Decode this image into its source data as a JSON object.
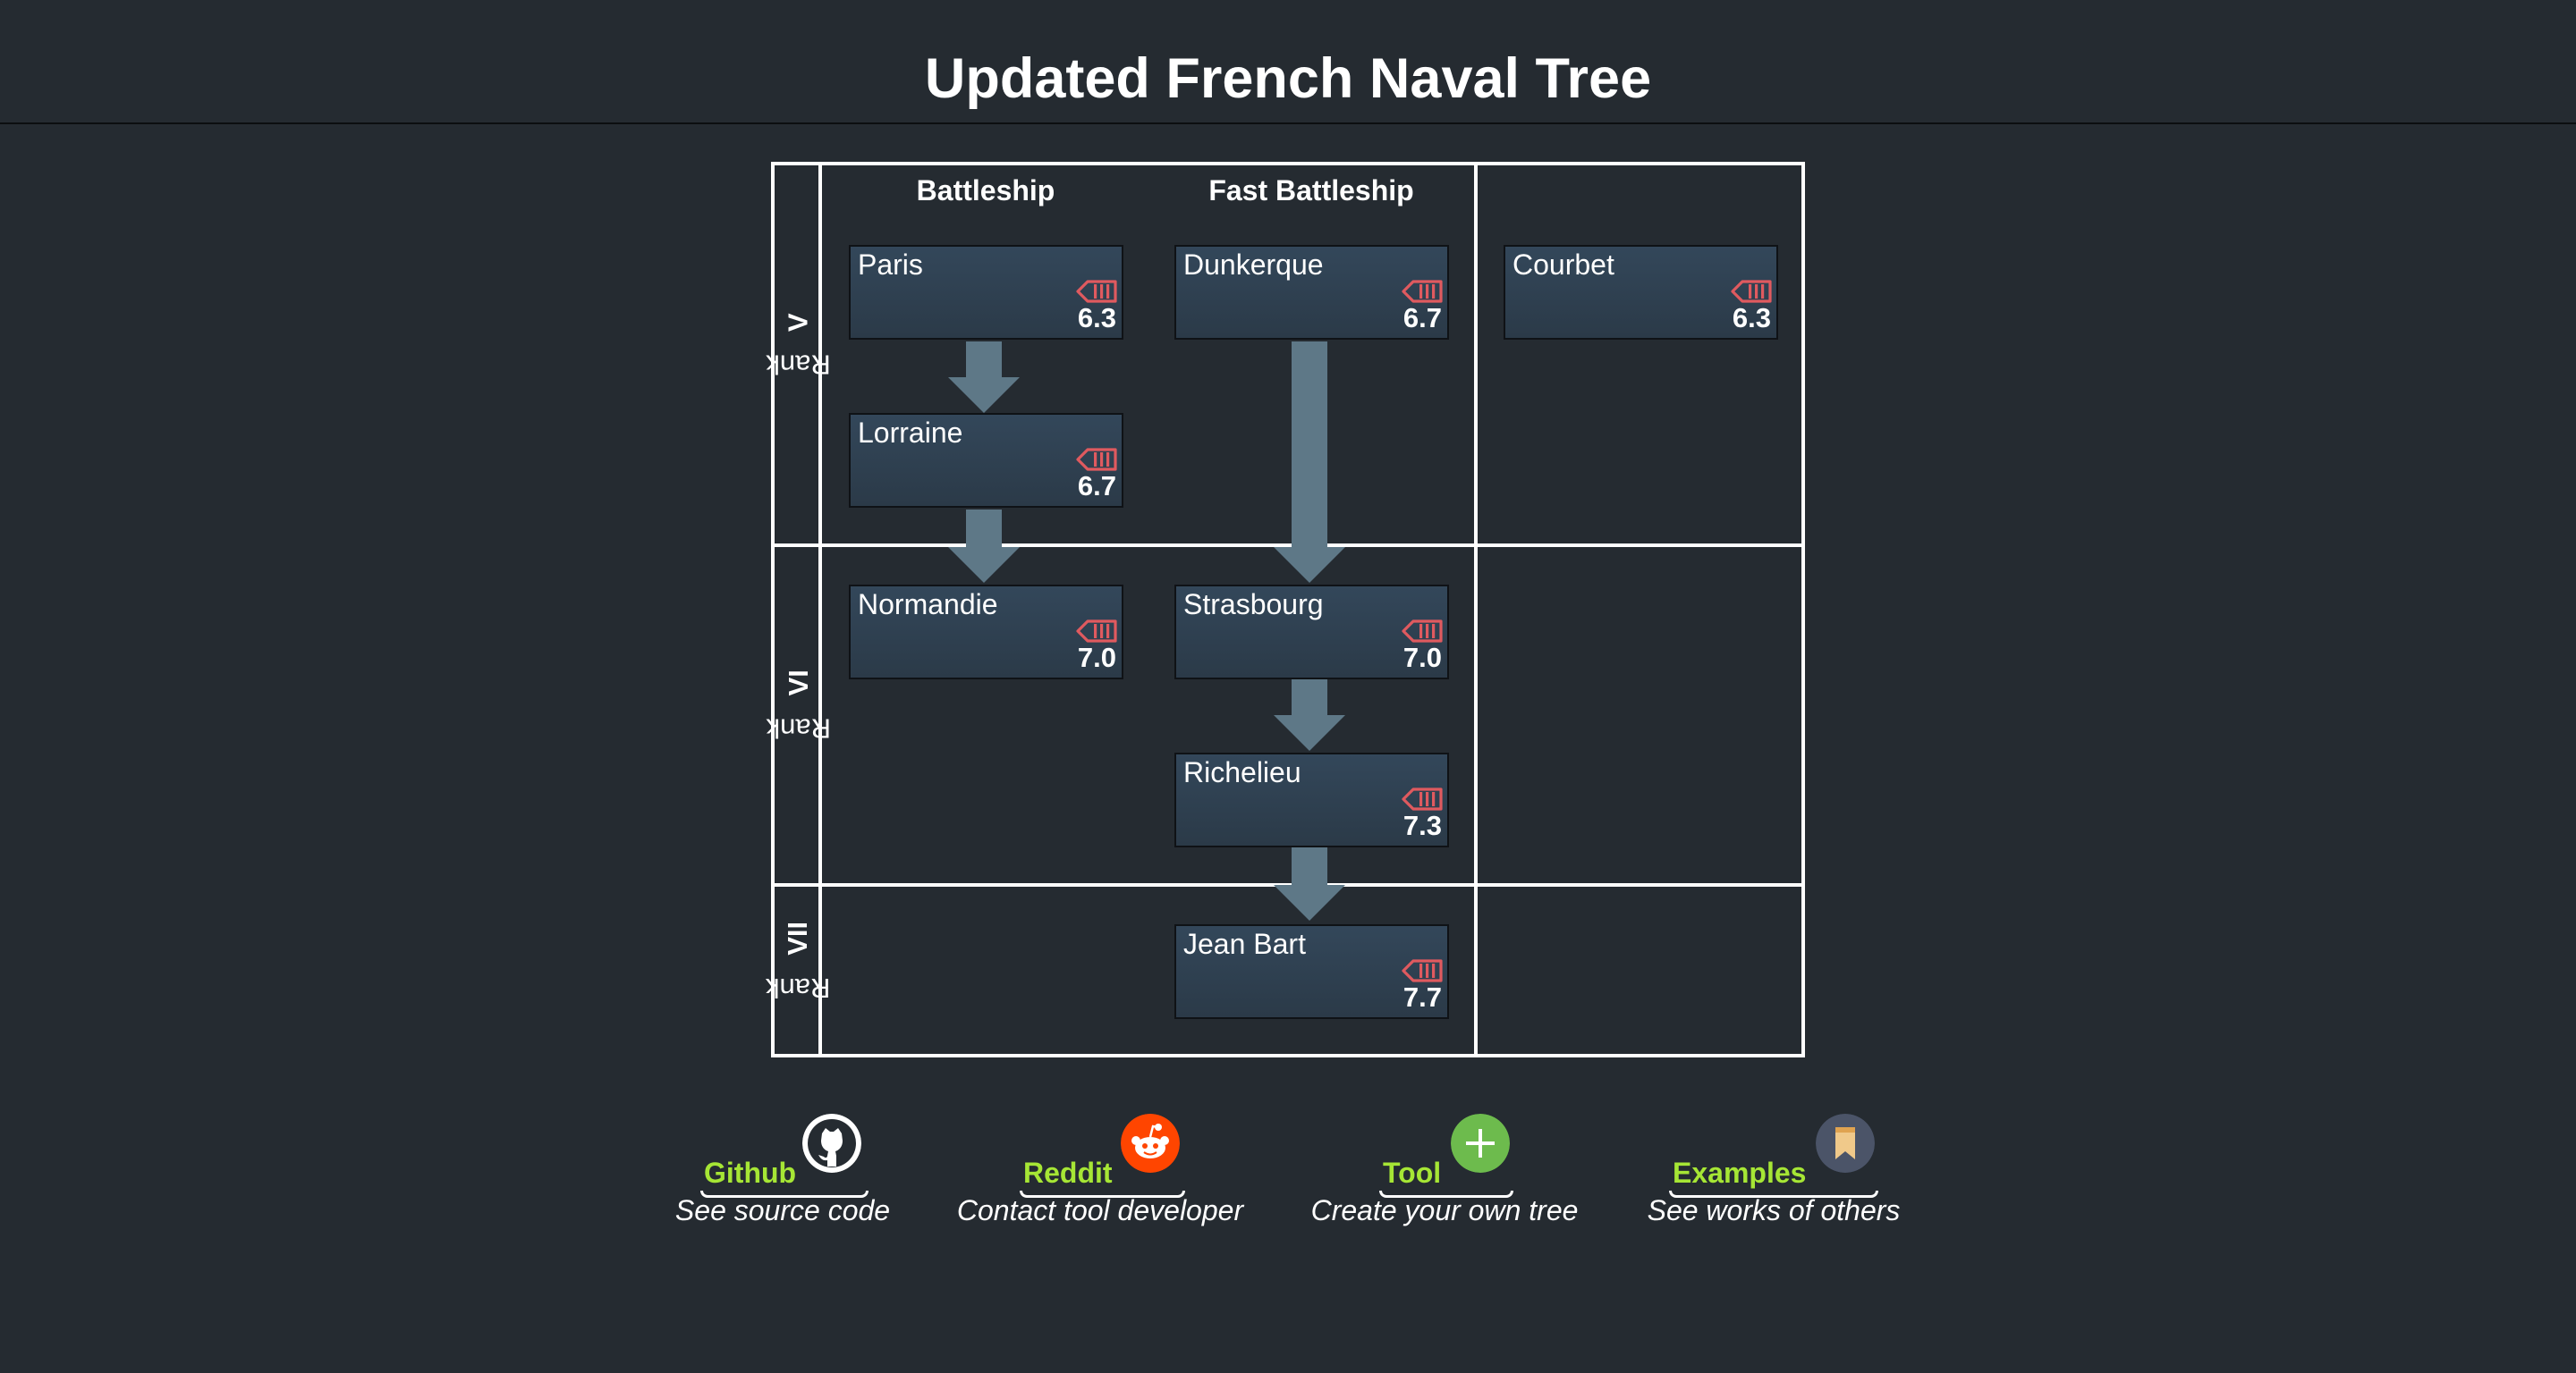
{
  "page": {
    "title": "Updated French Naval Tree"
  },
  "tree": {
    "columns": [
      "Battleship",
      "Fast Battleship",
      ""
    ],
    "ranks": [
      {
        "prefix": "Rank ",
        "numeral": "V"
      },
      {
        "prefix": "Rank ",
        "numeral": "VI"
      },
      {
        "prefix": "Rank ",
        "numeral": "VII"
      }
    ],
    "ships": [
      {
        "name": "Paris",
        "br": "6.3",
        "rank": "V",
        "column": "Battleship",
        "icon": "battleship-ship-icon"
      },
      {
        "name": "Lorraine",
        "br": "6.7",
        "rank": "V",
        "column": "Battleship",
        "icon": "battleship-ship-icon"
      },
      {
        "name": "Dunkerque",
        "br": "6.7",
        "rank": "V",
        "column": "Fast Battleship",
        "icon": "battleship-ship-icon"
      },
      {
        "name": "Courbet",
        "br": "6.3",
        "rank": "V",
        "column": "",
        "icon": "battleship-ship-icon"
      },
      {
        "name": "Normandie",
        "br": "7.0",
        "rank": "VI",
        "column": "Battleship",
        "icon": "battleship-ship-icon"
      },
      {
        "name": "Strasbourg",
        "br": "7.0",
        "rank": "VI",
        "column": "Fast Battleship",
        "icon": "battleship-ship-icon"
      },
      {
        "name": "Richelieu",
        "br": "7.3",
        "rank": "VI",
        "column": "Fast Battleship",
        "icon": "battleship-ship-icon"
      },
      {
        "name": "Jean Bart",
        "br": "7.7",
        "rank": "VII",
        "column": "Fast Battleship",
        "icon": "battleship-ship-icon"
      }
    ],
    "links": [
      {
        "from": "Paris",
        "to": "Lorraine"
      },
      {
        "from": "Lorraine",
        "to": "Normandie"
      },
      {
        "from": "Dunkerque",
        "to": "Strasbourg"
      },
      {
        "from": "Strasbourg",
        "to": "Richelieu"
      },
      {
        "from": "Richelieu",
        "to": "Jean Bart"
      }
    ],
    "colors": {
      "ship_icon": "#e05a5f",
      "arrow": "#5e7887",
      "grid": "#ffffff"
    }
  },
  "footer": {
    "links": [
      {
        "label": "Github",
        "description": "See source code",
        "icon": "github-icon"
      },
      {
        "label": "Reddit",
        "description": "Contact tool developer",
        "icon": "reddit-icon"
      },
      {
        "label": "Tool",
        "description": "Create your own tree",
        "icon": "plus-icon"
      },
      {
        "label": "Examples",
        "description": "See works of others",
        "icon": "bookmark-icon"
      }
    ],
    "colors": {
      "link": "#a6e635",
      "github": "#ffffff",
      "reddit": "#ff4500",
      "tool": "#6dbb4d",
      "examples": "#4b5468"
    }
  }
}
